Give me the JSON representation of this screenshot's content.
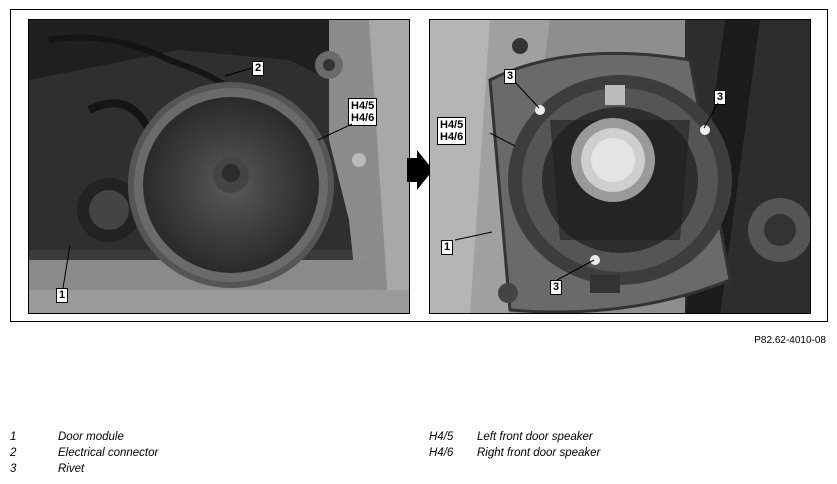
{
  "figure": {
    "left_callouts": {
      "c1": "1",
      "c2": "2",
      "speaker_a": "H4/5",
      "speaker_b": "H4/6"
    },
    "right_callouts": {
      "c1": "1",
      "c3a": "3",
      "c3b": "3",
      "c3c": "3",
      "speaker_a": "H4/5",
      "speaker_b": "H4/6"
    },
    "reference": "P82.62-4010-08"
  },
  "legend": {
    "left": [
      {
        "key": "1",
        "desc": "Door module"
      },
      {
        "key": "2",
        "desc": "Electrical connector"
      },
      {
        "key": "3",
        "desc": "Rivet"
      }
    ],
    "right": [
      {
        "key": "H4/5",
        "desc": "Left front door speaker"
      },
      {
        "key": "H4/6",
        "desc": "Right front door speaker"
      }
    ]
  }
}
